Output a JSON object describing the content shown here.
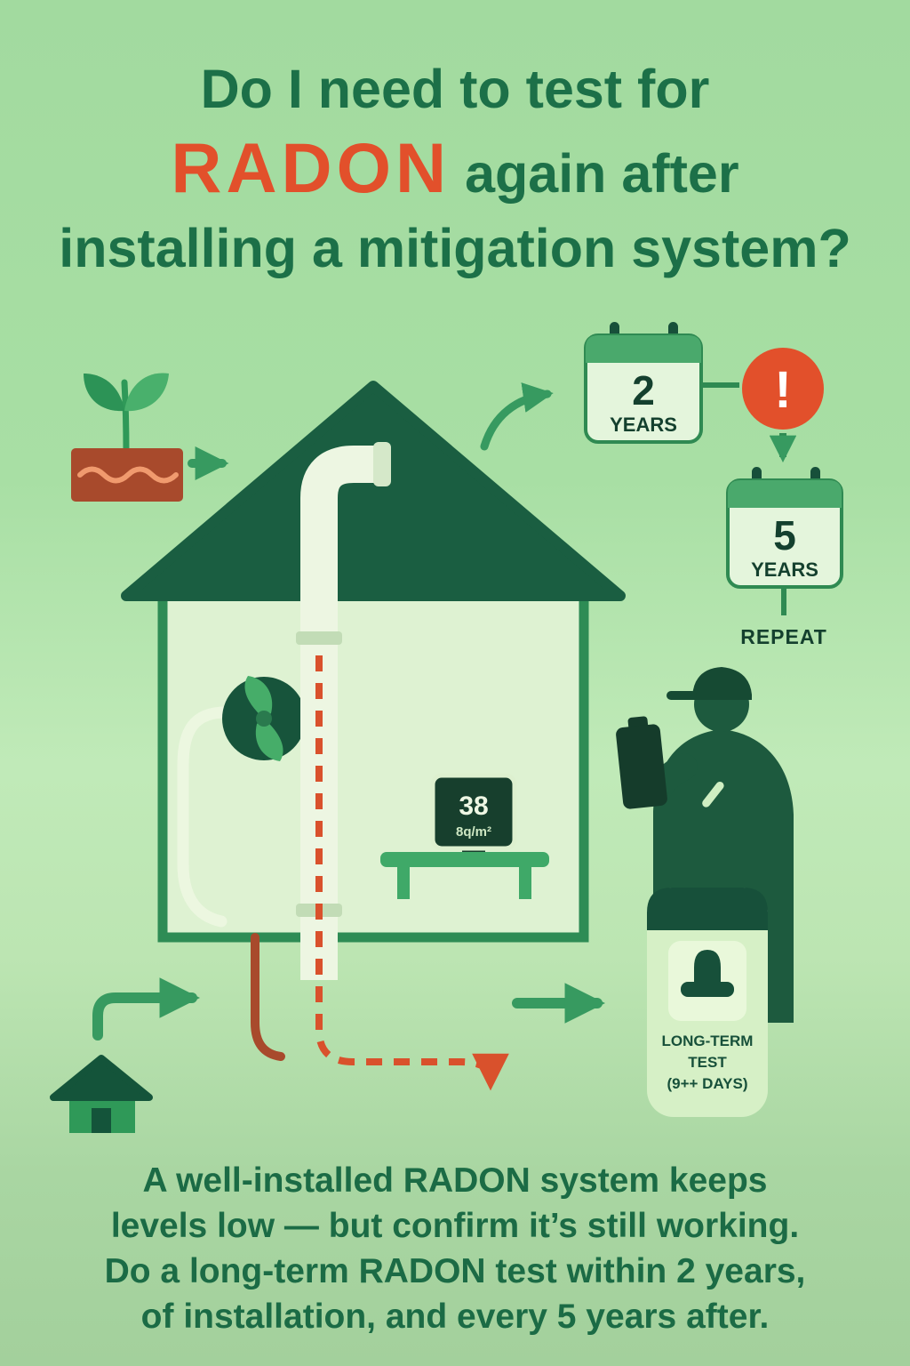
{
  "poster": {
    "title": {
      "line1": "Do I need to test for",
      "highlight": "RADON",
      "line2_rest": "again after",
      "line3": "installing a mitigation system?"
    },
    "schedule": {
      "first_calendar": {
        "value": "2",
        "label": "YEARS"
      },
      "alert_mark": "!",
      "second_calendar": {
        "value": "5",
        "label": "YEARS"
      },
      "repeat_label": "REPEAT"
    },
    "monitor": {
      "value": "38",
      "unit": "8q/m²"
    },
    "test_kit": {
      "line1": "LONG-TERM",
      "line2": "TEST",
      "line3": "(9++ DAYS)"
    },
    "footer": {
      "line1": "A well-installed RADON system keeps",
      "line2": "levels low — but confirm it’s still working.",
      "line3": "Do a long-term RADON test within 2 years,",
      "line4": "of installation, and every 5 years after."
    },
    "colors": {
      "background": "#b5e2ad",
      "dark_green": "#1a5e41",
      "mid_green": "#379a60",
      "light_panel": "#def2d2",
      "accent_orange": "#e2502b",
      "soil_brown": "#a84a2c"
    }
  }
}
